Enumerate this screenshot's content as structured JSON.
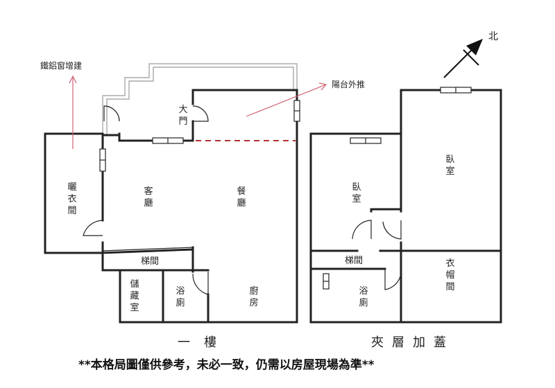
{
  "annotations": {
    "window_addition": "鐵鋁窗增建",
    "balcony_push": "陽台外推",
    "north": "北"
  },
  "rooms_1f": {
    "main_door": "大門",
    "laundry": "曬衣間",
    "living_room": "客廳",
    "dining_room": "餐廳",
    "stairs": "梯間",
    "storage": "儲藏室",
    "bathroom": "浴廁",
    "kitchen": "廚房"
  },
  "rooms_mezz": {
    "bedroom_left": "臥室",
    "bedroom_right": "臥室",
    "stairs": "梯間",
    "bathroom": "浴廁",
    "closet": "衣帽間"
  },
  "captions": {
    "floor_1": "一樓",
    "mezzanine": "夾層加蓋"
  },
  "disclaimer": "**本格局圖僅供參考，未必一致，仍需以房屋現場為準**"
}
